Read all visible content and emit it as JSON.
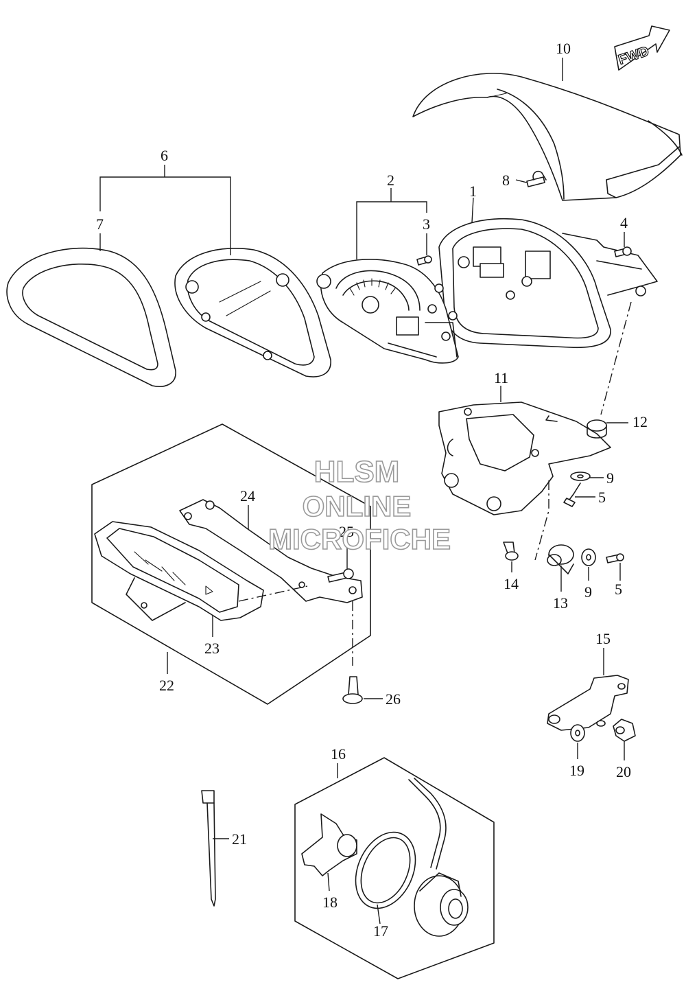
{
  "watermark": {
    "line1": "HLSM",
    "line2": "ONLINE",
    "line3": "MICROFICHE"
  },
  "direction_badge": "FWD",
  "callouts": [
    {
      "id": "c1",
      "label": "1"
    },
    {
      "id": "c2",
      "label": "2"
    },
    {
      "id": "c3",
      "label": "3"
    },
    {
      "id": "c4",
      "label": "4"
    },
    {
      "id": "c5a",
      "label": "5"
    },
    {
      "id": "c5b",
      "label": "5"
    },
    {
      "id": "c6",
      "label": "6"
    },
    {
      "id": "c7",
      "label": "7"
    },
    {
      "id": "c8",
      "label": "8"
    },
    {
      "id": "c9a",
      "label": "9"
    },
    {
      "id": "c9b",
      "label": "9"
    },
    {
      "id": "c10",
      "label": "10"
    },
    {
      "id": "c11",
      "label": "11"
    },
    {
      "id": "c12",
      "label": "12"
    },
    {
      "id": "c13",
      "label": "13"
    },
    {
      "id": "c14",
      "label": "14"
    },
    {
      "id": "c15",
      "label": "15"
    },
    {
      "id": "c16",
      "label": "16"
    },
    {
      "id": "c17",
      "label": "17"
    },
    {
      "id": "c18",
      "label": "18"
    },
    {
      "id": "c19",
      "label": "19"
    },
    {
      "id": "c20",
      "label": "20"
    },
    {
      "id": "c21",
      "label": "21"
    },
    {
      "id": "c22",
      "label": "22"
    },
    {
      "id": "c23",
      "label": "23"
    },
    {
      "id": "c24",
      "label": "24"
    },
    {
      "id": "c25",
      "label": "25"
    },
    {
      "id": "c26",
      "label": "26"
    }
  ]
}
